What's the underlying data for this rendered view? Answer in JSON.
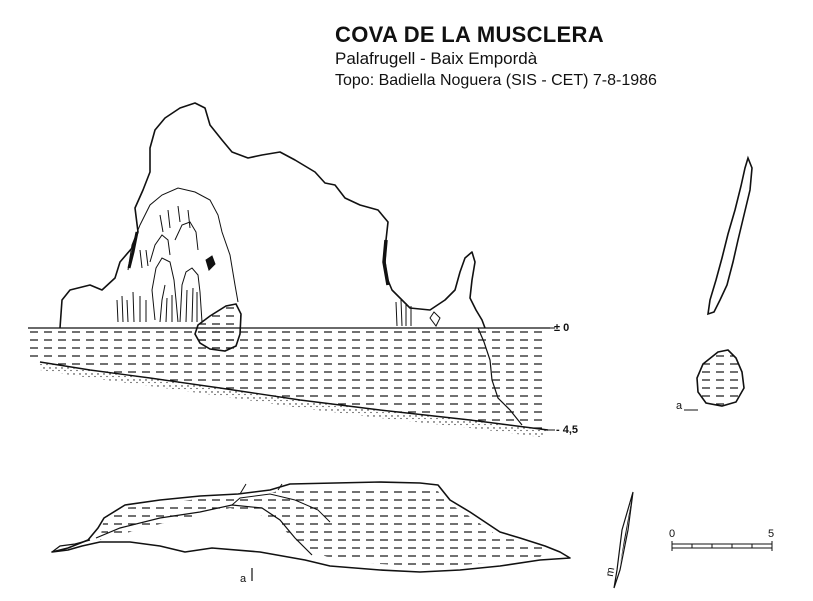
{
  "header": {
    "title": "COVA DE LA MUSCLERA",
    "location": "Palafrugell - Baix Empordà",
    "credit": "Topo: Badiella Noguera (SIS - CET) 7-8-1986"
  },
  "section": {
    "depth_top": "± 0",
    "depth_bottom": "- 4,5"
  },
  "cross_section": {
    "marker": "a"
  },
  "plan": {
    "marker": "a"
  },
  "scale": {
    "start": "0",
    "end": "5"
  },
  "north": {
    "label": "m"
  },
  "colors": {
    "ink": "#111111",
    "paper": "#ffffff"
  }
}
